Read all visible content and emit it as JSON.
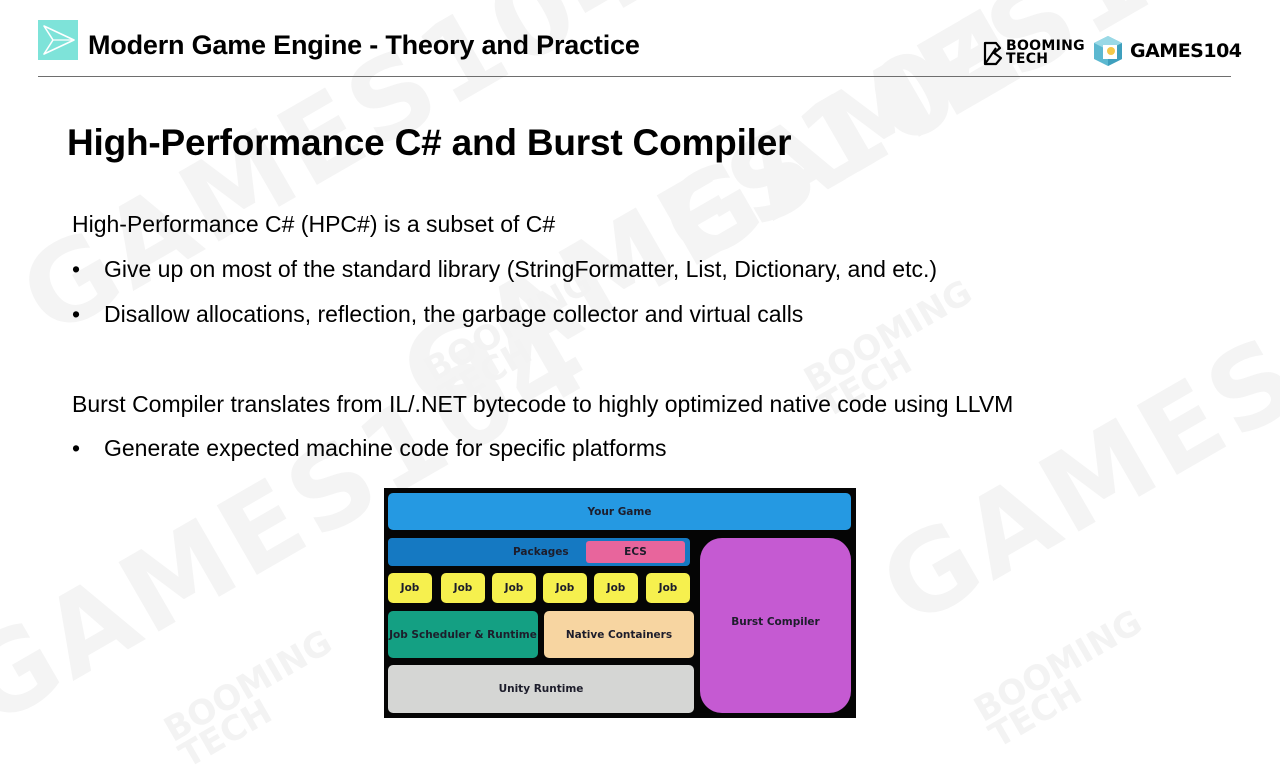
{
  "header": {
    "course_title": "Modern Game Engine - Theory and Practice",
    "logo_icon": "paper-plane-triangle-icon",
    "brand_booming_line1": "BOOMING",
    "brand_booming_line2": "TECH",
    "brand_games": "GAMES104",
    "brand_games_icon": "cube-icon"
  },
  "watermarks": {
    "games": "GAMES104",
    "booming_line1": "BOOMING",
    "booming_line2": "TECH"
  },
  "slide": {
    "title": "High-Performance C# and Burst Compiler",
    "sections": [
      {
        "heading": "High-Performance C# (HPC#) is a subset of C#",
        "bullets": [
          "Give up on most of the standard library (StringFormatter, List, Dictionary, and etc.)",
          "Disallow allocations, reflection, the garbage collector and virtual calls"
        ]
      },
      {
        "heading": "Burst Compiler translates from IL/.NET bytecode to highly optimized native code using LLVM",
        "bullets": [
          "Generate expected machine code for specific platforms"
        ]
      }
    ],
    "bullet_char": "•"
  },
  "diagram": {
    "your_game": "Your Game",
    "packages": "Packages",
    "ecs": "ECS",
    "jobs": [
      "Job",
      "Job",
      "Job",
      "Job",
      "Job",
      "Job"
    ],
    "job_scheduler": "Job Scheduler & Runtime",
    "native_containers": "Native Containers",
    "unity_runtime": "Unity Runtime",
    "burst_compiler": "Burst Compiler",
    "colors": {
      "your_game": "#2599e2",
      "packages": "#1579c2",
      "ecs": "#e8659c",
      "job": "#f6f04e",
      "job_scheduler": "#14a083",
      "native_containers": "#f7d5a1",
      "unity_runtime": "#d5d6d4",
      "burst_compiler": "#c55ad2",
      "background": "#050505"
    }
  }
}
